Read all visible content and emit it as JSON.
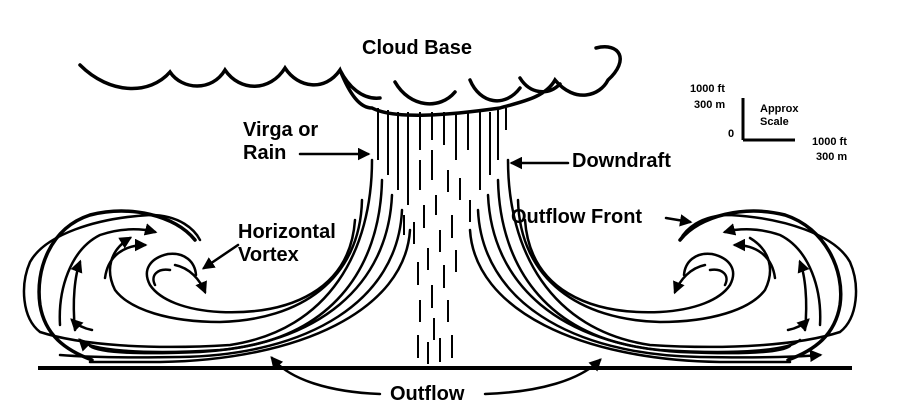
{
  "labels": {
    "cloud_base": "Cloud Base",
    "virga_line1": "Virga or",
    "virga_line2": "Rain",
    "downdraft": "Downdraft",
    "outflow_front": "Outflow Front",
    "vortex_line1": "Horizontal",
    "vortex_line2": "Vortex",
    "outflow": "Outflow"
  },
  "scale": {
    "vertical_ft": "1000 ft",
    "vertical_m": "300 m",
    "title_line1": "Approx",
    "title_line2": "Scale",
    "origin": "0",
    "horizontal_ft": "1000 ft",
    "horizontal_m": "300 m"
  },
  "colors": {
    "ink": "#000000",
    "background": "#ffffff"
  }
}
